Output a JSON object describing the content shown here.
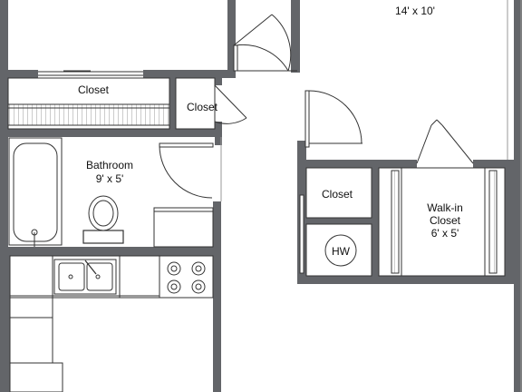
{
  "rooms": {
    "bedroom_dims": "14' x 10'",
    "closet_top": "Closet",
    "closet_small": "Closet",
    "bathroom_name": "Bathroom",
    "bathroom_dims": "9' x 5'",
    "closet_mid": "Closet",
    "walkin_line1": "Walk-in",
    "walkin_line2": "Closet",
    "walkin_dims": "6' x 5'",
    "water_heater": "HW"
  },
  "colors": {
    "wall": "#636569",
    "line": "#333333",
    "fill": "#ffffff"
  }
}
